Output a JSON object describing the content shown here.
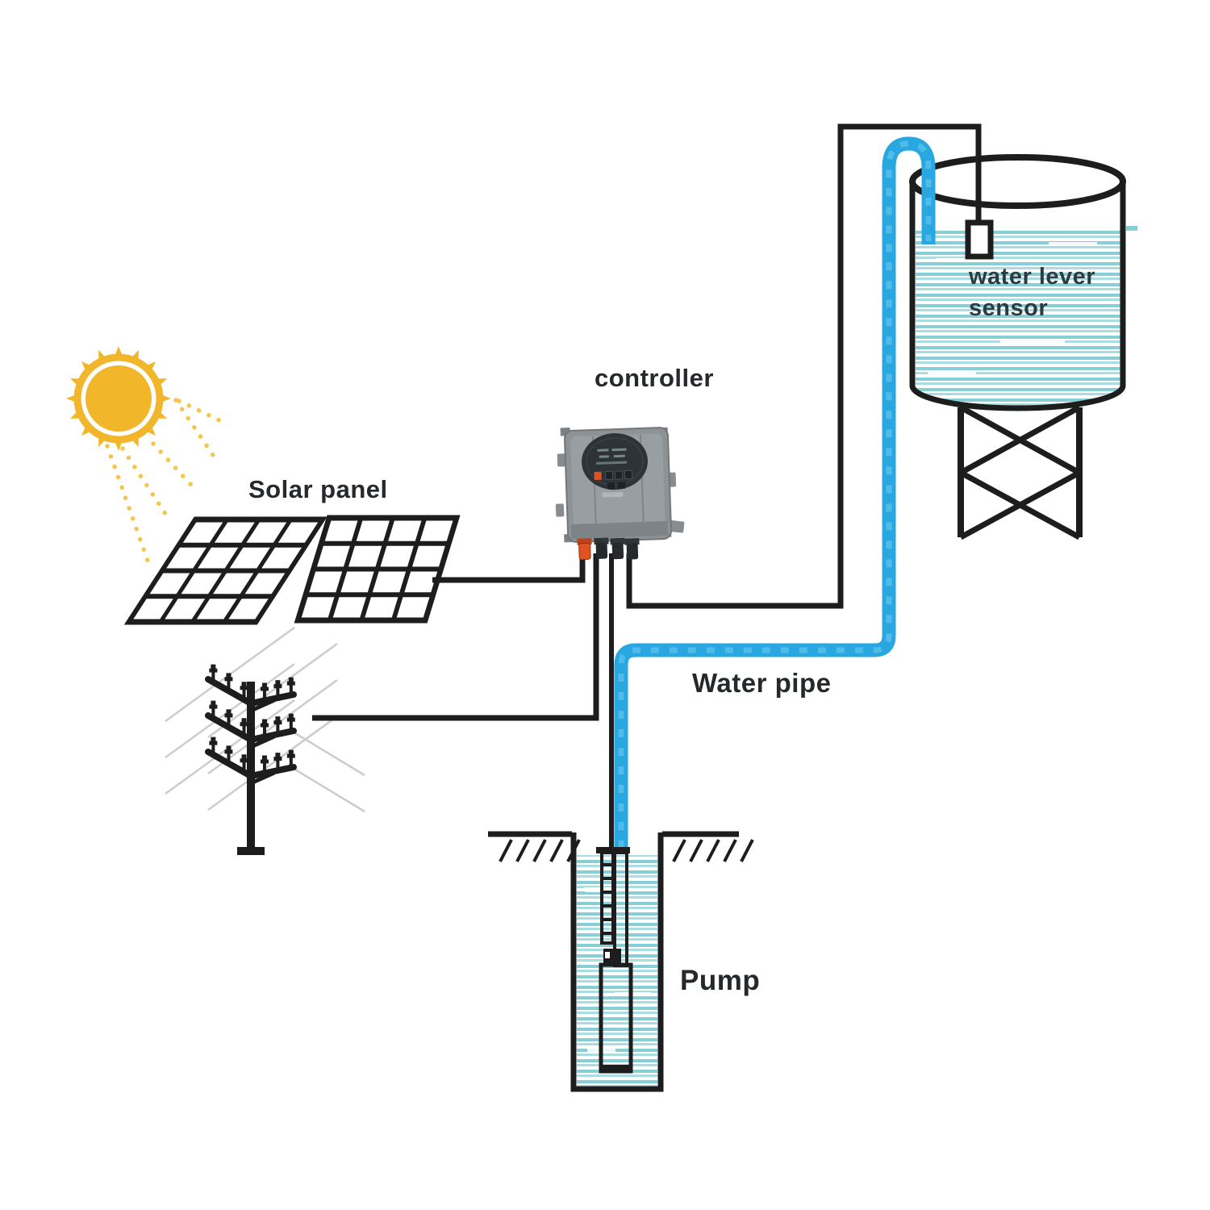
{
  "labels": {
    "solar_panel": "Solar panel",
    "controller": "controller",
    "water_level_sensor_line1": "water lever",
    "water_level_sensor_line2": "sensor",
    "water_pipe": "Water pipe",
    "pump": "Pump"
  },
  "colors": {
    "line_black": "#1d1d1d",
    "pipe_blue": "#29a7e0",
    "pipe_highlight": "#58bfe9",
    "sun_yellow": "#f2b62b",
    "ray_yellow": "#f4c64f",
    "water_teal_dark": "#87ced5",
    "water_teal_light": "#aadde1",
    "label_text": "#25292c",
    "tank_label_text": "#2e3a42",
    "controller_body": "#8d9295",
    "controller_face": "#989ea1",
    "controller_panel": "#2d3337",
    "controller_orange": "#dd5321",
    "faint_power_line": "#c9ccd0"
  }
}
